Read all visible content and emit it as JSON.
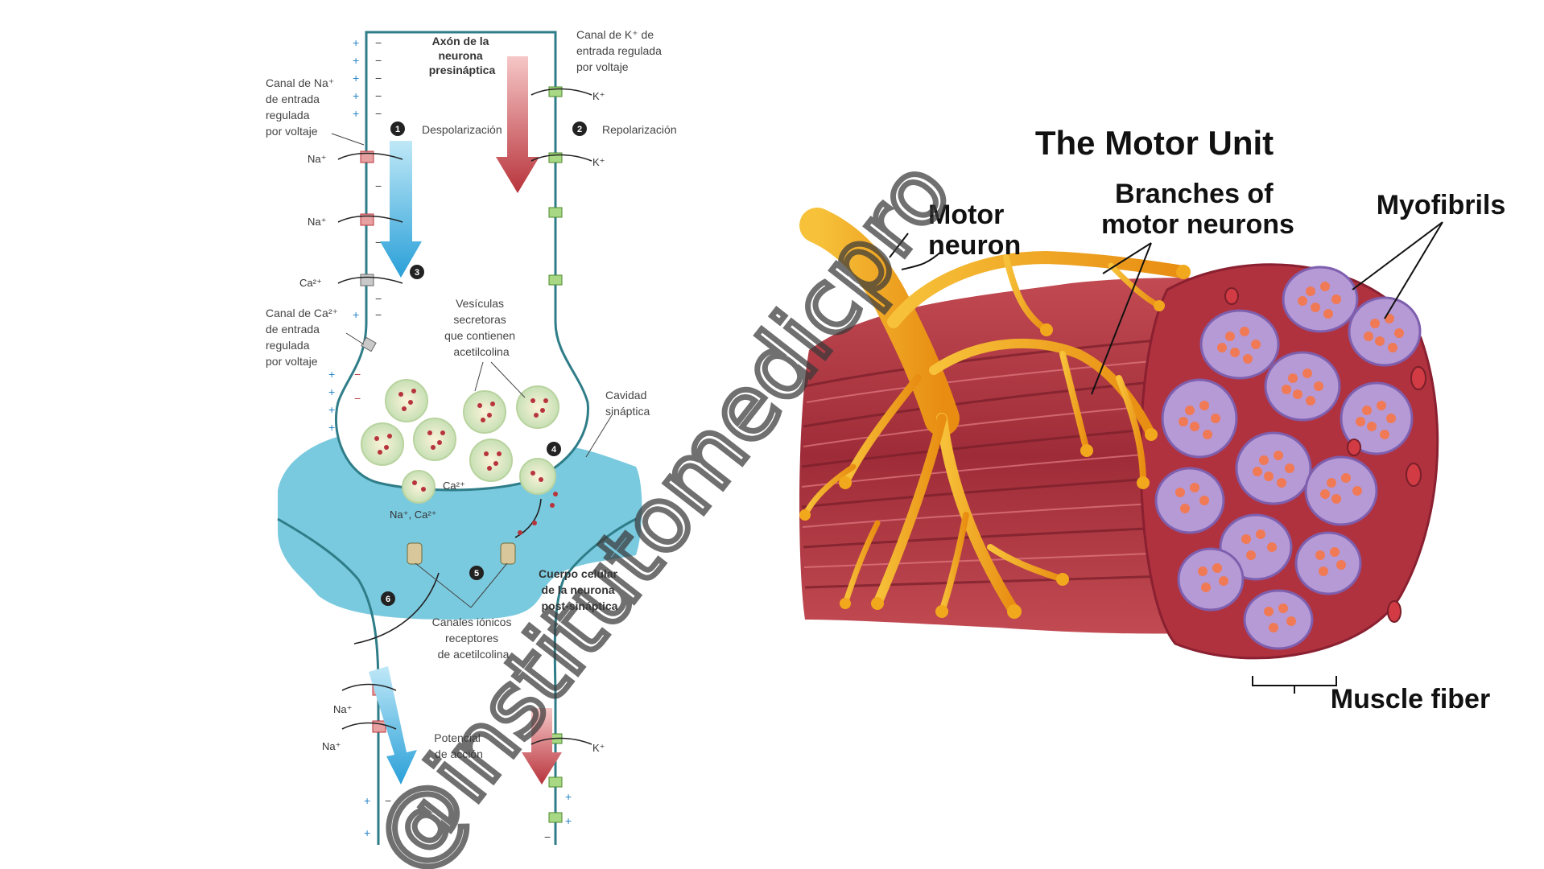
{
  "synapse": {
    "presynaptic_axon": [
      "Axón de la",
      "neurona",
      "presináptica"
    ],
    "na_channel": [
      "Canal de Na⁺",
      "de entrada",
      "regulada",
      "por voltaje"
    ],
    "k_channel": [
      "Canal de K⁺ de",
      "entrada regulada",
      "por voltaje"
    ],
    "ca_channel": [
      "Canal de Ca²⁺",
      "de entrada",
      "regulada",
      "por voltaje"
    ],
    "depolarization": "Despolarización",
    "repolarization": "Repolarización",
    "vesicles": [
      "Vesículas",
      "secretoras",
      "que contienen",
      "acetilcolina"
    ],
    "synaptic_cleft": [
      "Cavidad",
      "sináptica"
    ],
    "postsynaptic_body": [
      "Cuerpo celular",
      "de la neurona",
      "post-sináptica"
    ],
    "receptor_channels": [
      "Canales iónicos",
      "receptores",
      "de acetilcolina"
    ],
    "action_potential": [
      "Potencial",
      "de acción"
    ],
    "ions": {
      "na": "Na⁺",
      "k": "K⁺",
      "ca": "Ca²⁺",
      "na_ca": "Na⁺, Ca²⁺"
    },
    "steps": [
      "1",
      "2",
      "3",
      "4",
      "5",
      "6"
    ]
  },
  "motor_unit": {
    "title": "The Motor Unit",
    "motor_neuron": [
      "Motor",
      "neuron"
    ],
    "branches": [
      "Branches of",
      "motor neurons"
    ],
    "myofibrils": "Myofibrils",
    "muscle_fiber": "Muscle fiber"
  },
  "watermark": "@institutomedicpro",
  "colors": {
    "membrane_line": "#2f7d88",
    "cleft": "#5bbcd6",
    "depol_arrow": "#2aa0d8",
    "repol_arrow": "#b8343c",
    "muscle": "#b23a44",
    "nerve": "#f2a81c",
    "fascicle": "#b59ad6"
  }
}
